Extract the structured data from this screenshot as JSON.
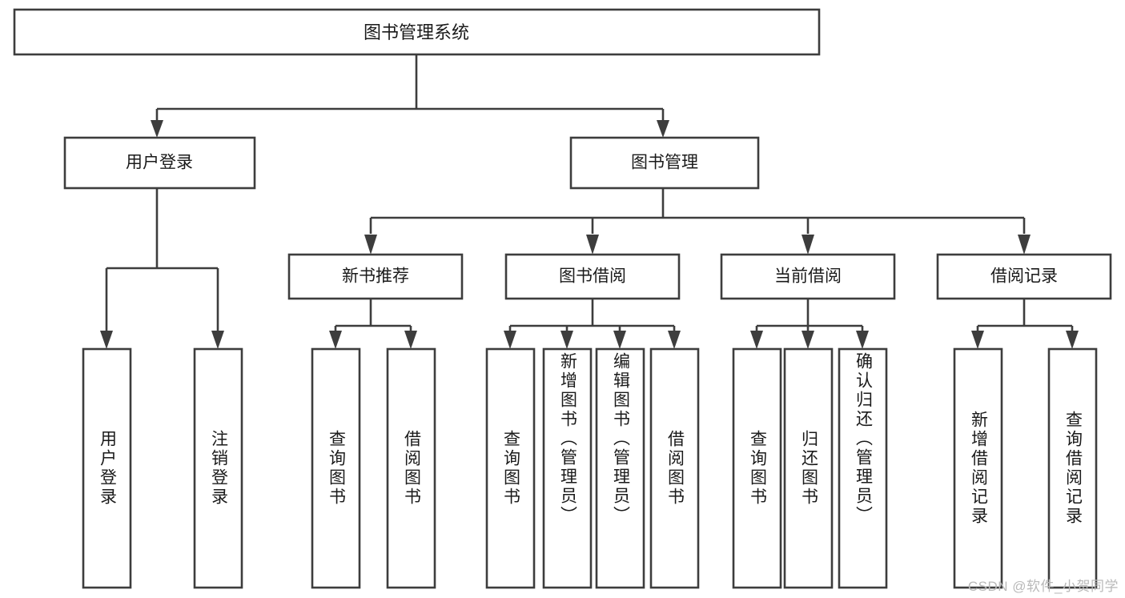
{
  "diagram": {
    "type": "tree",
    "title": "图书管理系统",
    "watermark": "CSDN @软件_小贺同学",
    "colors": {
      "stroke": "#3d3d3d",
      "fill": "#ffffff",
      "text": "#1a1a1a",
      "watermark": "#b9b9b9"
    },
    "root": {
      "label": "图书管理系统"
    },
    "level2": [
      {
        "label": "用户登录"
      },
      {
        "label": "图书管理"
      }
    ],
    "level3": [
      {
        "label": "新书推荐"
      },
      {
        "label": "图书借阅"
      },
      {
        "label": "当前借阅"
      },
      {
        "label": "借阅记录"
      }
    ],
    "leaves": {
      "user_login": [
        {
          "label": "用户登录"
        },
        {
          "label": "注销登录"
        }
      ],
      "new_book_rec": [
        {
          "label": "查询图书"
        },
        {
          "label": "借阅图书"
        }
      ],
      "book_borrow": [
        {
          "label": "查询图书"
        },
        {
          "label": "新增图书（管理员）"
        },
        {
          "label": "编辑图书（管理员）"
        },
        {
          "label": "借阅图书"
        }
      ],
      "current_borrow": [
        {
          "label": "查询图书"
        },
        {
          "label": "归还图书"
        },
        {
          "label": "确认归还（管理员）"
        }
      ],
      "borrow_record": [
        {
          "label": "新增借阅记录"
        },
        {
          "label": "查询借阅记录"
        }
      ]
    }
  }
}
